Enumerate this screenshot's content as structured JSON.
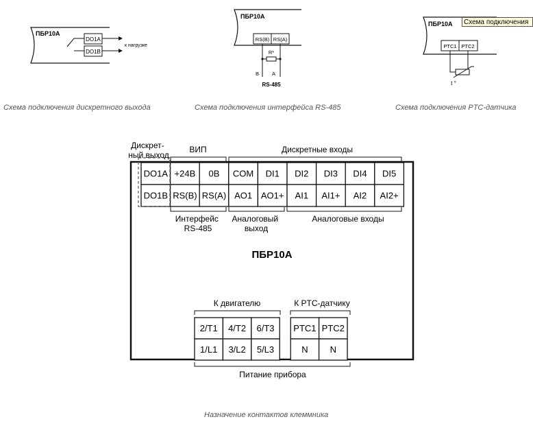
{
  "device_name": "ПБР10А",
  "tooltip": "Схема подключения",
  "captions": {
    "discrete_output": "Схема подключения дискретного выхода",
    "rs485": "Схема подключения интерфейса RS-485",
    "ptc": "Схема подключения PTC-датчика",
    "terminal_assignment": "Назначение контактов клеммника"
  },
  "diagram_discrete": {
    "device": "ПБР10А",
    "term_a": "DO1A",
    "term_b": "DO1B",
    "load_label": "к нагрузке"
  },
  "diagram_rs485": {
    "device": "ПБР10А",
    "term_b": "RS(B)",
    "term_a": "RS(A)",
    "resistor_label": "R*",
    "line_b": "B",
    "line_a": "A",
    "bus_label": "RS-485"
  },
  "diagram_ptc": {
    "device": "ПБР10А",
    "term_1": "PTC1",
    "term_2": "PTC2",
    "sensor_label": "t °"
  },
  "main": {
    "device_label": "ПБР10А",
    "group_discrete_out": [
      "Дискрет-",
      "ный выход"
    ],
    "group_power": "ВИП",
    "group_discrete_in": "Дискретные входы",
    "group_rs485": [
      "Интерфейс",
      "RS-485"
    ],
    "group_analog_out": [
      "Аналоговый",
      "выход"
    ],
    "group_analog_in": "Аналоговые входы",
    "group_motor": "К двигателю",
    "group_ptc": "К PTC-датчику",
    "group_supply": "Питание прибора",
    "top_row1": [
      "DO1A",
      "+24В",
      "0В",
      "COM",
      "DI1",
      "DI2",
      "DI3",
      "DI4",
      "DI5"
    ],
    "top_row2": [
      "DO1B",
      "RS(B)",
      "RS(A)",
      "AO1",
      "AO1+",
      "AI1",
      "AI1+",
      "AI2",
      "AI2+"
    ],
    "bottom_row1": [
      "2/T1",
      "4/T2",
      "6/T3",
      "PTC1",
      "PTC2"
    ],
    "bottom_row2": [
      "1/L1",
      "3/L2",
      "5/L3",
      "N",
      "N"
    ]
  }
}
